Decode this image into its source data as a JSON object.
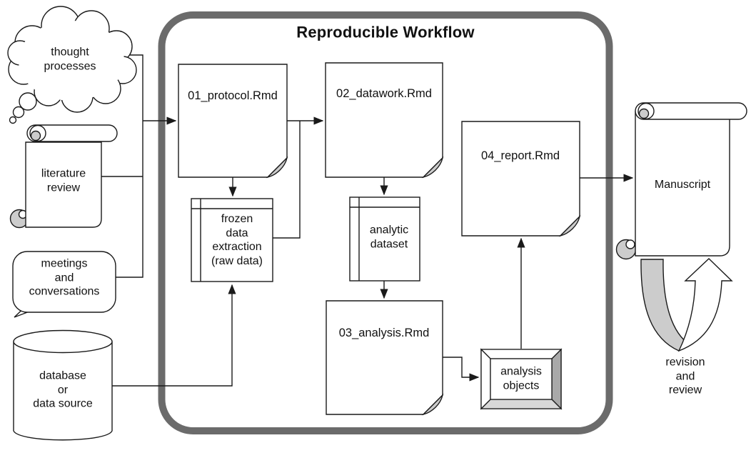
{
  "diagram": {
    "title": "Reproducible Workflow",
    "sources": {
      "thought": "thought\nprocesses",
      "literature": "literature\nreview",
      "meetings": "meetings\nand\nconversations",
      "database": "database\nor\ndata source"
    },
    "workflow": {
      "protocol": "01_protocol.Rmd",
      "datawork": "02_datawork.Rmd",
      "frozen": "frozen\ndata\nextraction\n(raw data)",
      "analytic": "analytic\ndataset",
      "analysis": "03_analysis.Rmd",
      "report": "04_report.Rmd",
      "objects": "analysis\nobjects"
    },
    "outputs": {
      "manuscript": "Manuscript",
      "revision": "revision\nand\nreview"
    },
    "colors": {
      "border_gray": "#6b6b6b",
      "line_black": "#1a1a1a",
      "accent_gray_fill": "#cccccc",
      "bevel_right": "#a9a9a9",
      "bevel_bottom": "#d8d8d8"
    }
  }
}
